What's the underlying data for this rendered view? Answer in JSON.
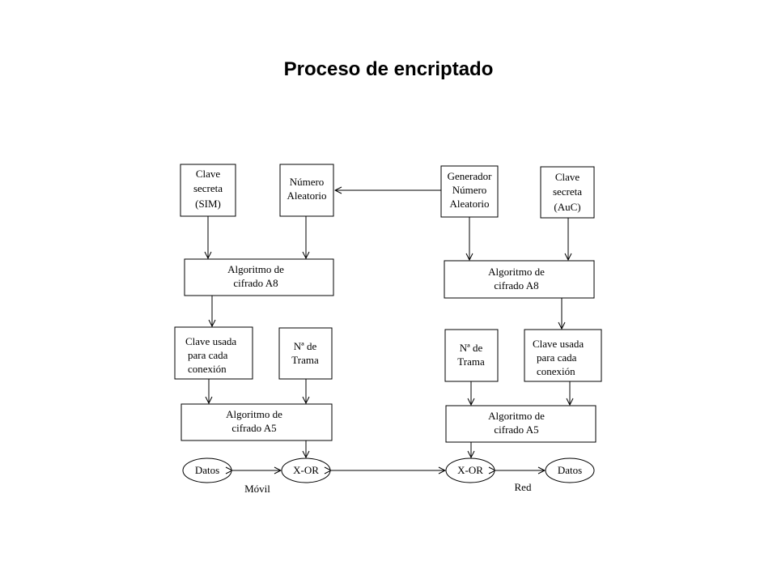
{
  "title": "Proceso de encriptado",
  "movil": {
    "clave_secreta": [
      "Clave",
      "secreta",
      "(SIM)"
    ],
    "numero_aleatorio": [
      "Número",
      "Aleatorio"
    ],
    "algoritmo_a8": [
      "Algoritmo de",
      "cifrado A8"
    ],
    "clave_usada": [
      "Clave usada",
      "para cada",
      "conexión"
    ],
    "num_trama": [
      "Nª de",
      "Trama"
    ],
    "algoritmo_a5": [
      "Algoritmo de",
      "cifrado A5"
    ],
    "datos": "Datos",
    "xor": "X-OR",
    "label": "Móvil"
  },
  "red": {
    "generador": [
      "Generador",
      "Número",
      "Aleatorio"
    ],
    "clave_secreta": [
      "Clave",
      "secreta",
      "(AuC)"
    ],
    "algoritmo_a8": [
      "Algoritmo de",
      "cifrado A8"
    ],
    "num_trama": [
      "Nª de",
      "Trama"
    ],
    "clave_usada": [
      "Clave usada",
      "para cada",
      "conexión"
    ],
    "algoritmo_a5": [
      "Algoritmo de",
      "cifrado A5"
    ],
    "xor": "X-OR",
    "datos": "Datos",
    "label": "Red"
  }
}
